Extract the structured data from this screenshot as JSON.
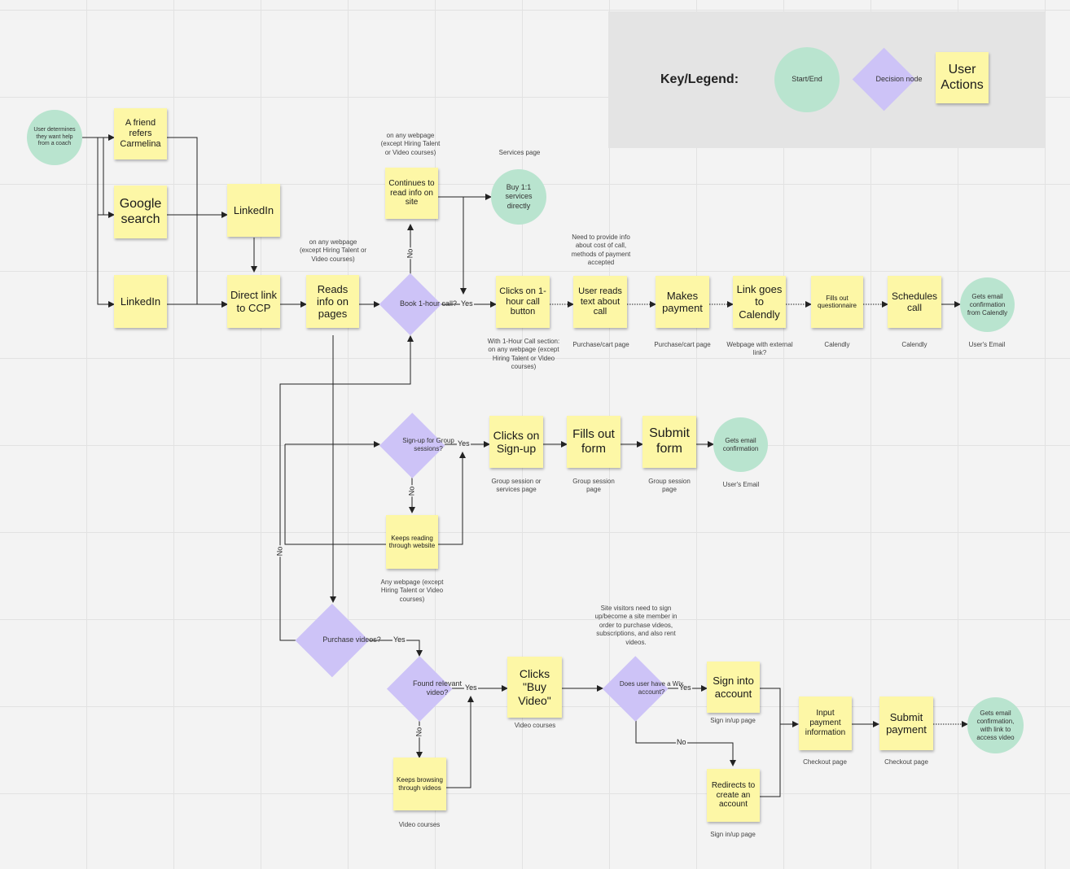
{
  "legend": {
    "title": "Key/Legend:",
    "start_end": "Start/End",
    "decision": "Decision node",
    "user_actions": "User Actions"
  },
  "nodes": {
    "start": "User determines they want help from a coach",
    "friend": "A friend refers Carmelina",
    "google": "Google search",
    "linkedin_src": "LinkedIn",
    "linkedin_mid": "LinkedIn",
    "direct": "Direct link to CCP",
    "reads": "Reads info on pages",
    "continues": "Continues to read info on site",
    "buy_services": "Buy 1:1 services directly",
    "book": "Book 1-hour call?",
    "clicks_call": "Clicks on 1-hour call button",
    "reads_cost": "User reads text about call",
    "makes_payment": "Makes payment",
    "link_calendly": "Link goes to Calendly",
    "fills_q": "Fills out questionnaire",
    "schedules": "Schedules call",
    "email_calendly": "Gets email confirmation from Calendly",
    "signup_group": "Sign-up for Group sessions?",
    "clicks_signup": "Clicks on Sign-up",
    "fills_form": "Fills out form",
    "submit_form": "Submit form",
    "email_group": "Gets email confirmation",
    "keeps_reading": "Keeps reading through website",
    "purchase_videos": "Purchase videos?",
    "found_video": "Found relevant video?",
    "clicks_buy": "Clicks \"Buy Video\"",
    "keeps_browsing": "Keeps browsing through videos",
    "wix_account": "Does user have a Wix account?",
    "sign_into": "Sign into account",
    "redirects": "Redirects to create an account",
    "input_payment": "Input payment information",
    "submit_payment": "Submit payment",
    "email_video": "Gets email confirmation, with link to access video"
  },
  "captions": {
    "cap_continues": "on any webpage (except Hiring Talent or Video courses)",
    "cap_services": "Services page",
    "cap_reads": "on any webpage (except Hiring Talent or Video courses)",
    "cap_cost": "Need to provide info about cost of call, methods of payment accepted",
    "cap_clicks_call": "With 1-Hour Call section: on any webpage (except Hiring Talent or Video courses)",
    "cap_reads_cost": "Purchase/cart page",
    "cap_makes_payment": "Purchase/cart page",
    "cap_link_calendly": "Webpage with external link?",
    "cap_fills_q": "Calendly",
    "cap_schedules": "Calendly",
    "cap_email_calendly": "User's Email",
    "cap_clicks_signup": "Group session or services page",
    "cap_fills_form": "Group session page",
    "cap_submit_form": "Group session page",
    "cap_email_group": "User's Email",
    "cap_keeps_reading": "Any webpage (except Hiring Talent or Video courses)",
    "cap_site_visitors": "Site visitors need to sign up/become a site member in order to purchase videos, subscriptions, and also rent videos.",
    "cap_clicks_buy": "Video courses",
    "cap_keeps_browsing": "Video courses",
    "cap_sign_into": "Sign in/up page",
    "cap_redirects": "Sign in/up page",
    "cap_input_payment": "Checkout page",
    "cap_submit_payment": "Checkout page"
  },
  "edge_labels": {
    "yes": "Yes",
    "no": "No"
  },
  "colors": {
    "sticky": "#fdf7a6",
    "start_end": "#b9e4cf",
    "decision": "#cdc3f7",
    "legend_bg": "#e4e4e4",
    "line": "#222222"
  }
}
